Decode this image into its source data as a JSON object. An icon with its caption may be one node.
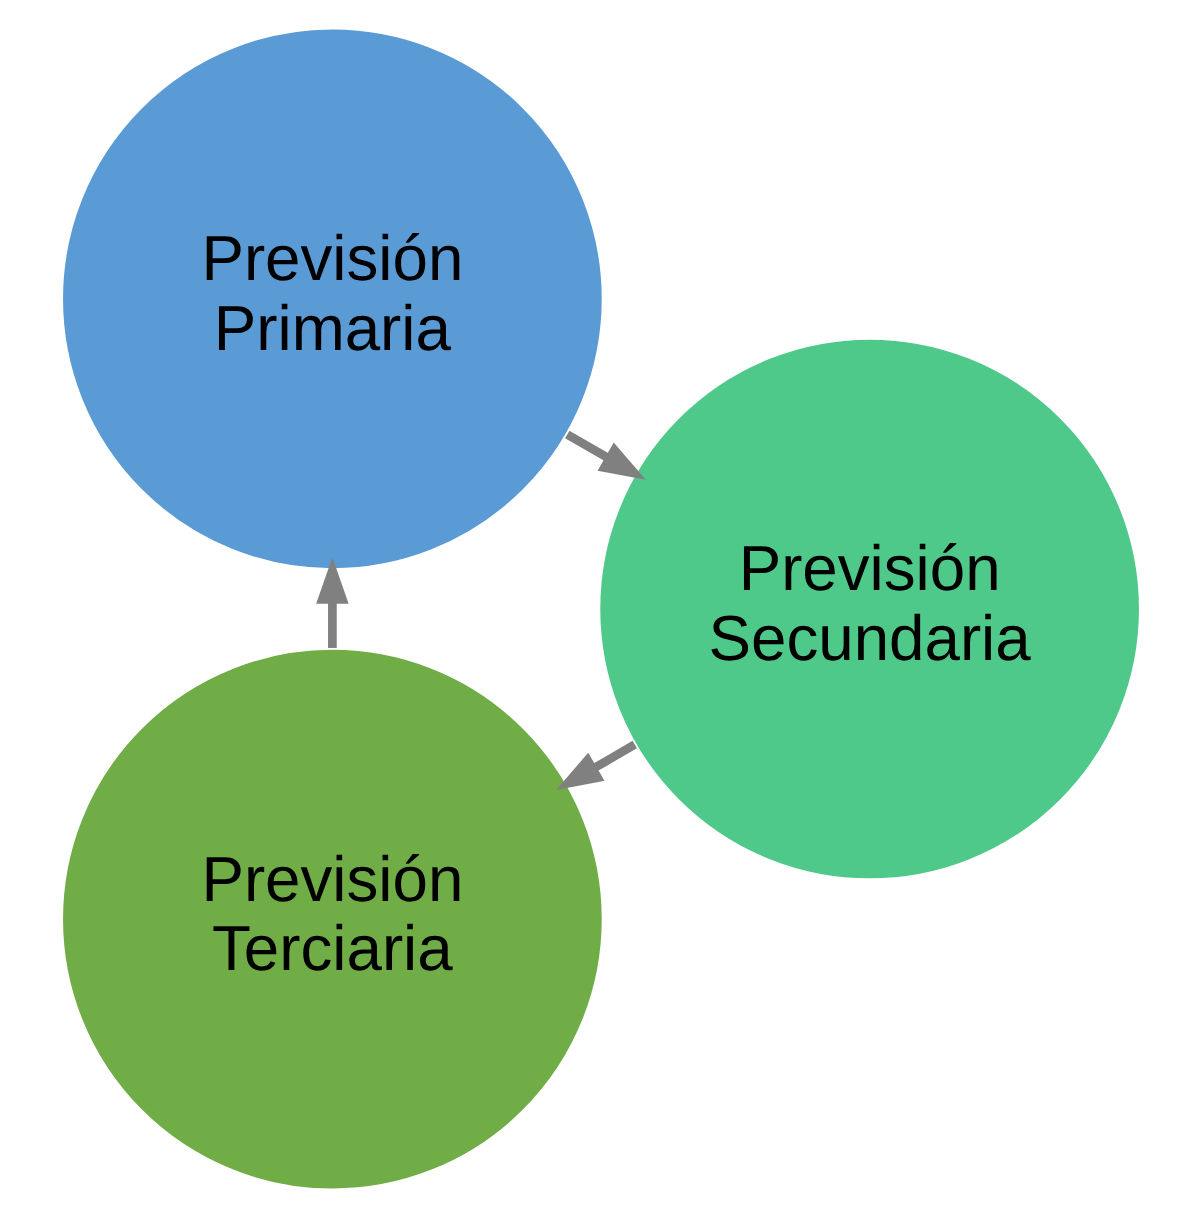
{
  "diagram": {
    "nodes": [
      {
        "text": [
          "Previsión Terciaria"
        ]
      },
      {
        "text": [
          "Previsión Primaria"
        ]
      },
      {
        "text": [
          "Previsión Secundaria"
        ]
      }
    ],
    "edges": [
      {
        "from": 1,
        "to": 2,
        "arrow": "to"
      },
      {
        "from": 2,
        "to": 0,
        "arrow": "to"
      },
      {
        "from": 0,
        "to": 1,
        "arrow": "to"
      }
    ]
  }
}
